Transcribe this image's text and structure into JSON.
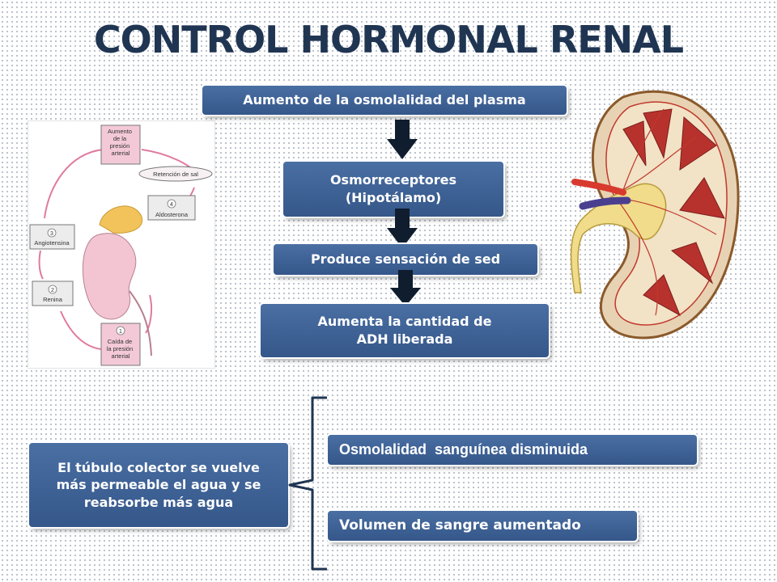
{
  "title": "CONTROL HORMONAL RENAL",
  "flow": {
    "step1": "Aumento de la osmolalidad del plasma",
    "step2_line1": "Osmorreceptores",
    "step2_line2": "(Hipotálamo)",
    "step3": "Produce sensación de sed",
    "step4_line1": "Aumenta la cantidad de",
    "step4_line2": "ADH liberada"
  },
  "bottom": {
    "left_line1": "El túbulo colector se vuelve",
    "left_line2": "más permeable el agua y se",
    "left_line3": "reabsorbe más agua",
    "result1": "Osmolalidad  sanguínea disminuida",
    "result2": "Volumen de sangre aumentado"
  },
  "raas_diagram": {
    "label_top": [
      "Aumento",
      "de la",
      "presión",
      "arterial"
    ],
    "label_retention": "Retención de sal",
    "label_aldo": "Aldosterona",
    "label_angio": "Angiotensina",
    "label_renin": "Renina",
    "label_drop": [
      "Caída de",
      "la presión",
      "arterial"
    ],
    "num_1": "1",
    "num_2": "2",
    "num_3": "3",
    "num_4": "4"
  },
  "colors": {
    "title": "#1f3552",
    "box": "#3e5f93",
    "arrow": "#0f1d2e",
    "pink_box": "#f3c9d7"
  }
}
